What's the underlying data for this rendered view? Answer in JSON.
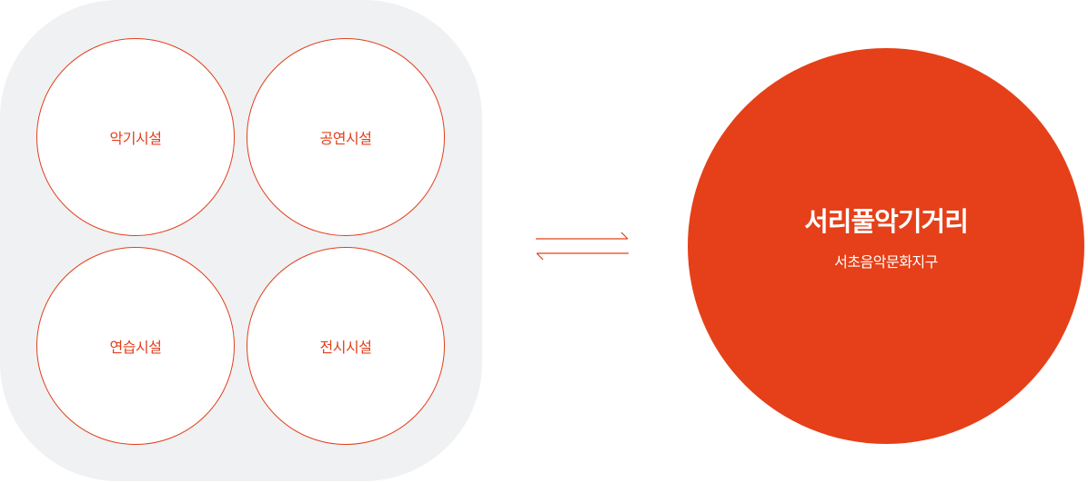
{
  "facilities": {
    "items": [
      {
        "label": "악기시설"
      },
      {
        "label": "공연시설"
      },
      {
        "label": "연습시설"
      },
      {
        "label": "전시시설"
      }
    ]
  },
  "connector": {
    "icon": "bidirectional-arrows-icon"
  },
  "district": {
    "title": "서리풀악기거리",
    "subtitle": "서초음악문화지구"
  },
  "colors": {
    "accent": "#e54019",
    "panel_background": "#f0f1f3",
    "text_on_accent": "#ffffff"
  }
}
